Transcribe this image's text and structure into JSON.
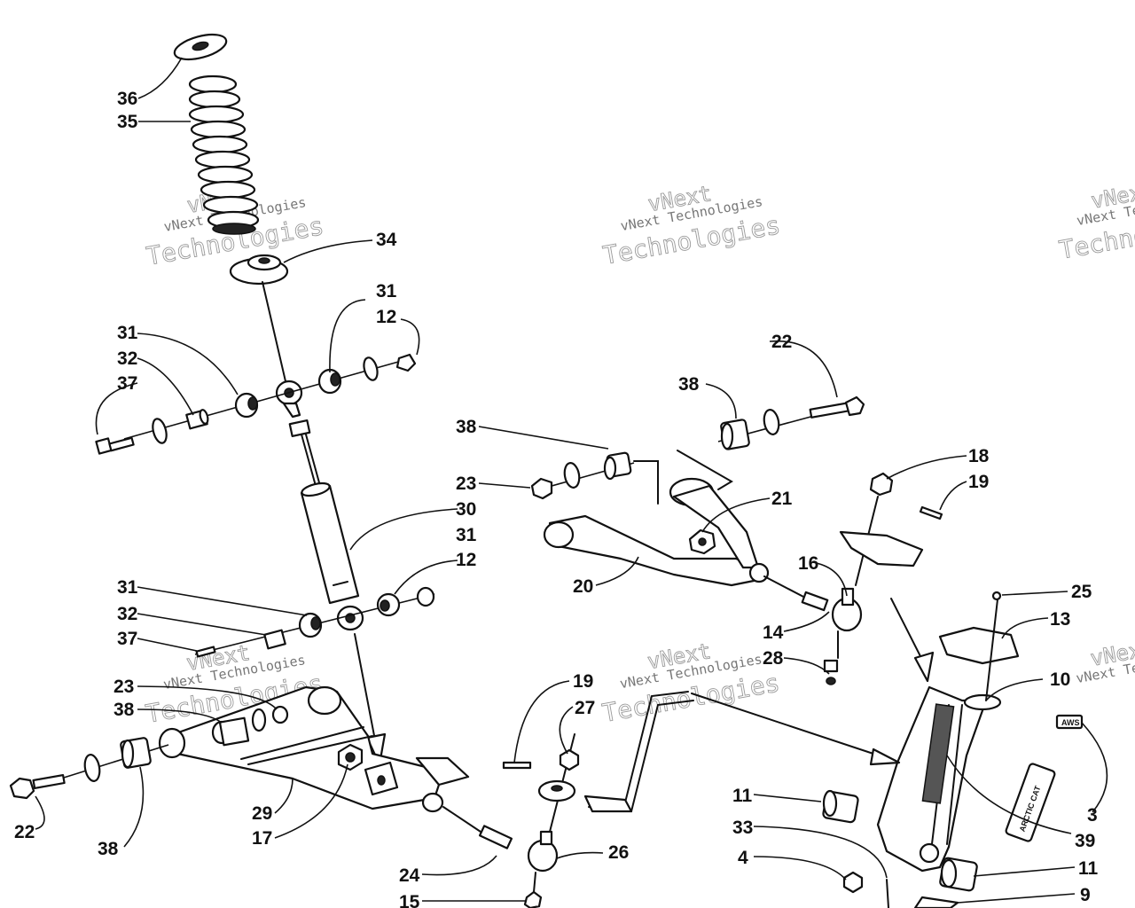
{
  "watermark": {
    "line1": "vNext",
    "line2": "vNext Technologies",
    "line3": "Technologies"
  },
  "decals": {
    "brand": "ARCTIC CAT",
    "tag": "AWS"
  },
  "callouts": [
    "36",
    "35",
    "34",
    "31",
    "12",
    "31",
    "32",
    "37",
    "38",
    "22",
    "38",
    "23",
    "30",
    "31",
    "12",
    "31",
    "32",
    "37",
    "23",
    "38",
    "22",
    "38",
    "29",
    "17",
    "20",
    "21",
    "18",
    "19",
    "16",
    "14",
    "28",
    "25",
    "13",
    "10",
    "3",
    "39",
    "19",
    "27",
    "24",
    "26",
    "15",
    "11",
    "33",
    "4",
    "11",
    "9"
  ]
}
